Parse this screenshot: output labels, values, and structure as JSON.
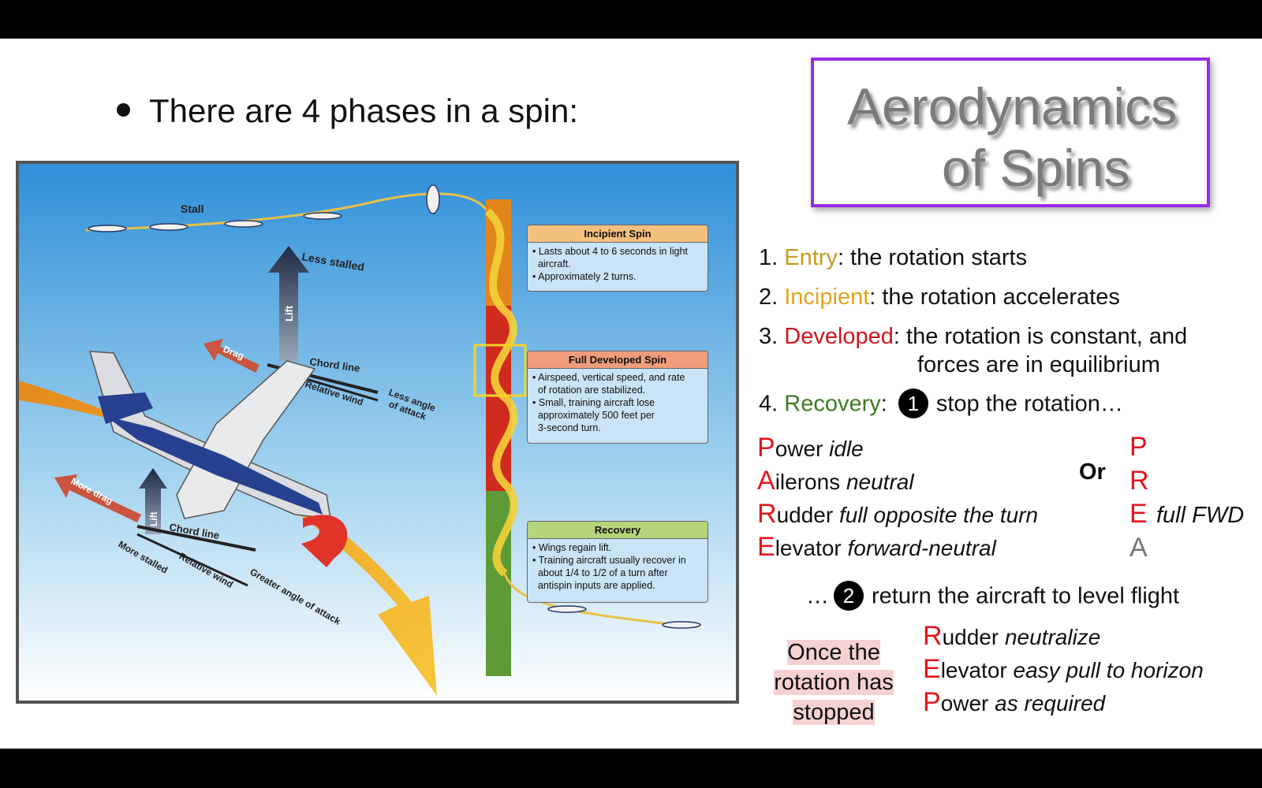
{
  "slide": {
    "bullet": "There are 4 phases in a spin:",
    "title_line1": "Aerodynamics",
    "title_line2": "of Spins"
  },
  "phases": [
    {
      "num": "1. ",
      "name": "Entry",
      "rest": ": the rotation starts"
    },
    {
      "num": "2. ",
      "name": "Incipient",
      "rest": ": the rotation accelerates"
    },
    {
      "num": "3. ",
      "name": "Developed",
      "rest": ": the rotation is constant, and",
      "rest2": "forces are in equilibrium"
    },
    {
      "num": "4. ",
      "name": "Recovery",
      "rest": ": ",
      "circle": "1",
      "after": "stop the rotation…"
    }
  ],
  "pare": [
    {
      "letter": "P",
      "word": "ower ",
      "italic": "idle"
    },
    {
      "letter": "A",
      "word": "ilerons ",
      "italic": "neutral"
    },
    {
      "letter": "R",
      "word": "udder ",
      "italic": "full opposite the turn"
    },
    {
      "letter": "E",
      "word": "levator ",
      "italic": "forward-neutral"
    }
  ],
  "or_label": "Or",
  "prea": {
    "p": "P",
    "r": "R",
    "e": "E",
    "a": "A",
    "full_fwd": "full FWD"
  },
  "step2": {
    "prefix": "…",
    "circle": "2",
    "text": "return the aircraft to level flight"
  },
  "once": {
    "l1": "Once the",
    "l2": "rotation has",
    "l3": "stopped"
  },
  "rep": [
    {
      "letter": "R",
      "word": "udder ",
      "italic": "neutralize"
    },
    {
      "letter": "E",
      "word": "levator ",
      "italic": "easy pull to horizon"
    },
    {
      "letter": "P",
      "word": "ower ",
      "italic": "as required"
    }
  ],
  "figure": {
    "stall": "Stall",
    "less_stalled": "Less stalled",
    "lift": "Lift",
    "drag": "Drag",
    "chord_line": "Chord line",
    "relative_wind": "Relative wind",
    "less_angle_1": "Less angle",
    "less_angle_2": "of attack",
    "more_drag": "More drag",
    "more_stalled": "More stalled",
    "greater_angle": "Greater angle of attack",
    "incipient": {
      "title": "Incipient Spin",
      "b1a": "Lasts about 4 to 6 seconds in light",
      "b1b": "aircraft.",
      "b2": "Approximately 2 turns."
    },
    "developed": {
      "title": "Full Developed Spin",
      "b1a": "Airspeed, vertical speed, and rate",
      "b1b": "of rotation are stabilized.",
      "b2a": "Small, training aircraft lose",
      "b2b": "approximately 500 feet per",
      "b2c": "3-second turn."
    },
    "recovery": {
      "title": "Recovery",
      "b1": "Wings regain lift.",
      "b2a": "Training aircraft usually recover in",
      "b2b": "about 1/4 to 1/2 of a turn after",
      "b2c": "antispin inputs are applied."
    }
  }
}
